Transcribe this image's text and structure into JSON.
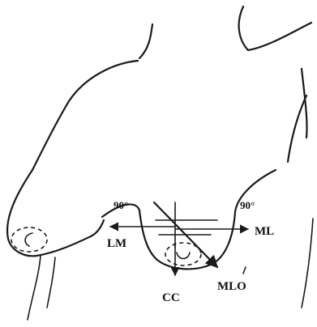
{
  "labels": {
    "angle_left": "90°",
    "angle_right": "90°",
    "lm": "LM",
    "ml": "ML",
    "cc": "CC",
    "mlo": "MLO"
  },
  "colors": {
    "ink": "#1a1a1a",
    "background": "#ffffff"
  }
}
